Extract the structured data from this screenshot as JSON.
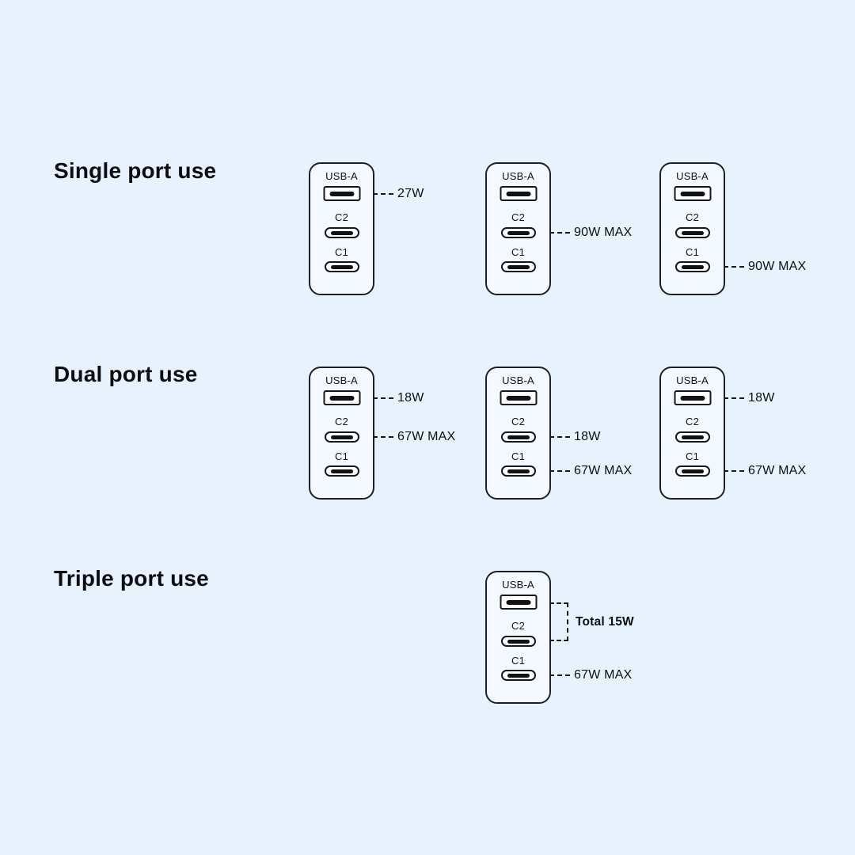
{
  "colors": {
    "background": "#e7f2fd",
    "outline": "#1d2127",
    "device_fill": "#f3f9fe",
    "port_fill": "#ffffff",
    "text": "#0c0e11"
  },
  "port_labels": {
    "usba": "USB-A",
    "c2": "C2",
    "c1": "C1"
  },
  "sections": [
    {
      "title": "Single port use",
      "chargers": [
        {
          "callouts": [
            {
              "port": "USB-A",
              "label": "27W"
            }
          ]
        },
        {
          "callouts": [
            {
              "port": "C2",
              "label": "90W MAX"
            }
          ]
        },
        {
          "callouts": [
            {
              "port": "C1",
              "label": "90W MAX"
            }
          ]
        }
      ]
    },
    {
      "title": "Dual port use",
      "chargers": [
        {
          "callouts": [
            {
              "port": "USB-A",
              "label": "18W"
            },
            {
              "port": "C2",
              "label": "67W MAX"
            }
          ]
        },
        {
          "callouts": [
            {
              "port": "C2",
              "label": "18W"
            },
            {
              "port": "C1",
              "label": "67W MAX"
            }
          ]
        },
        {
          "callouts": [
            {
              "port": "USB-A",
              "label": "18W"
            },
            {
              "port": "C1",
              "label": "67W MAX"
            }
          ]
        }
      ]
    },
    {
      "title": "Triple port use",
      "chargers": [
        {
          "callouts": [
            {
              "port": "USB-A + C2",
              "label": "Total 15W",
              "bracket": true
            },
            {
              "port": "C1",
              "label": "67W MAX"
            }
          ]
        }
      ]
    }
  ]
}
